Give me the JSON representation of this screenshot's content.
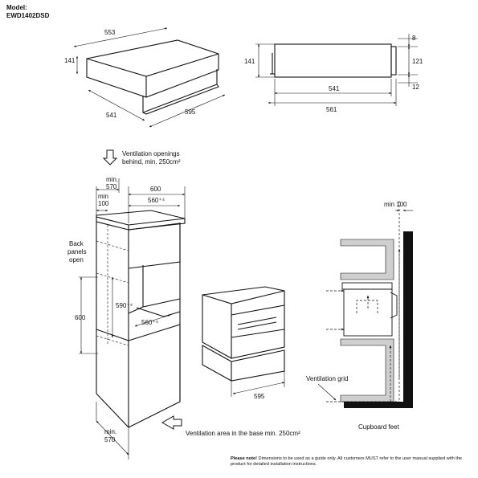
{
  "header": {
    "model_label": "Model:",
    "model_code": "EWD1402DSD"
  },
  "box_iso": {
    "width": "553",
    "height": "141",
    "depth_side": "541",
    "depth_front": "595"
  },
  "side_view": {
    "height": "141",
    "top_offset": "8",
    "inner_height": "121",
    "bottom_offset": "12",
    "width_inner": "541",
    "width_total": "561"
  },
  "ventilation_top": {
    "line1": "Ventilation openings",
    "line2": "behind, min. 250cm²"
  },
  "column": {
    "min_top_a": "min.",
    "min_top_b": "570",
    "min_small_a": "min",
    "min_small_b": "100",
    "width_outer": "600",
    "width_inner": "560⁺⁴",
    "back_panels_1": "Back",
    "back_panels_2": "panels",
    "back_panels_3": "open",
    "height_600": "600",
    "height_590": "590⁻⁴",
    "niche_560": "560⁺⁴",
    "min_bottom_a": "min.",
    "min_bottom_b": "570"
  },
  "unit": {
    "width": "595"
  },
  "ventilation_base": "Ventilation area in the base min. 250cm²",
  "section": {
    "min100": "min 100",
    "grid": "Ventilation grid",
    "feet": "Cupboard feet"
  },
  "footer": {
    "label": "Please note!",
    "text": "Dimensions to be used as a guide only. All customers MUST refer to the user manual supplied with the product for detailed installation instructions."
  }
}
